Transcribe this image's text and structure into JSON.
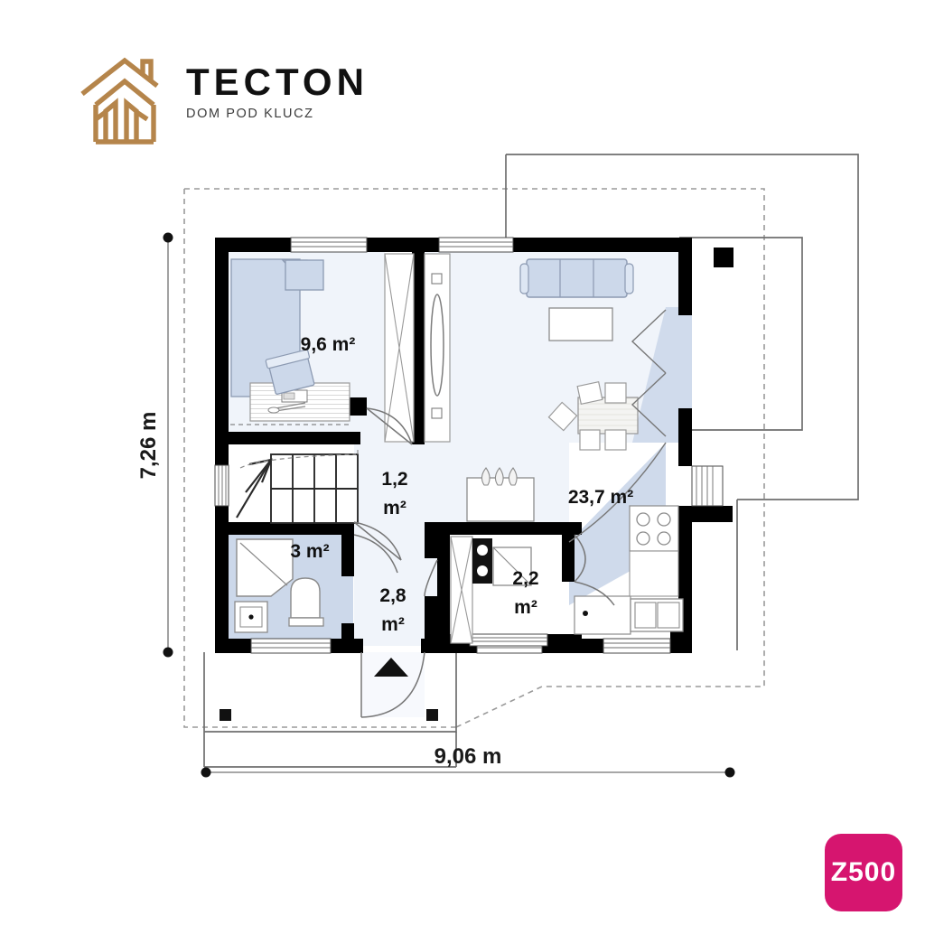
{
  "brand": {
    "logo_icon": "house-outline-icon",
    "title": "TECTON",
    "subtitle": "DOM POD KLUCZ",
    "logo_color": "#b5854b",
    "title_color": "#111111"
  },
  "watermark": {
    "label": "Z500",
    "background_color": "#d6156f",
    "text_color": "#ffffff"
  },
  "plan": {
    "type": "floor-plan",
    "title": "Ground floor plan",
    "dimensions": {
      "width_label": "9,06 m",
      "height_label": "7,26 m"
    },
    "rooms": [
      {
        "id": "bedroom",
        "label": "9,6 m²",
        "name": "bedroom"
      },
      {
        "id": "hall",
        "label": "1,2",
        "label2": "m²",
        "name": "hall"
      },
      {
        "id": "bathroom",
        "label": "3 m²",
        "name": "bathroom"
      },
      {
        "id": "vestibule",
        "label": "2,8",
        "label2": "m²",
        "name": "vestibule"
      },
      {
        "id": "utility",
        "label": "2,2",
        "label2": "m²",
        "name": "utility-room"
      },
      {
        "id": "living",
        "label": "23,7 m²",
        "name": "living-dining-kitchen"
      }
    ],
    "colors": {
      "wall": "#000000",
      "floor": "#f0f4fa",
      "furniture_fill": "#ccd8ea",
      "furniture_stroke": "#9aa7bd",
      "terrace_line": "#6e6e6e",
      "dashed_line": "#9a9a9a"
    },
    "furniture": [
      "bed",
      "nightstand",
      "desk",
      "desk-chair",
      "wardrobe",
      "closet-rod",
      "sofa",
      "coffee-table",
      "dining-table",
      "dining-chair",
      "shower",
      "sink",
      "toilet",
      "washing-machine",
      "boiler",
      "kitchen-stove",
      "kitchen-sink",
      "fireplace",
      "staircase",
      "entry-arrow"
    ]
  }
}
